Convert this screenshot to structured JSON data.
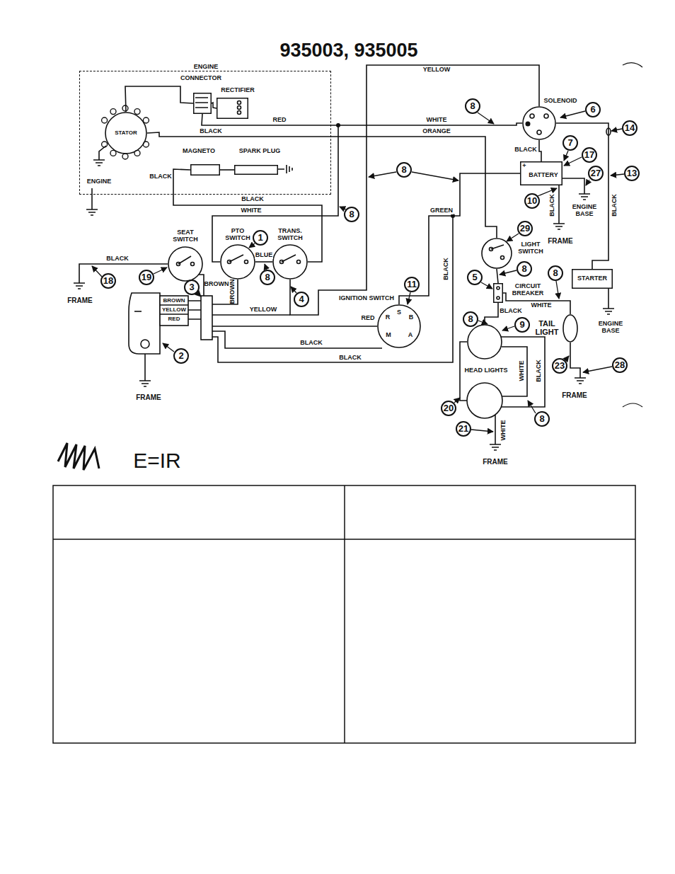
{
  "diagram": {
    "title": "935003, 935005",
    "nodes": [
      {
        "text": [
          "ENGINE"
        ]
      },
      {
        "text": [
          "STATOR"
        ],
        "in": 0
      },
      {
        "text": [
          "CONNECTOR"
        ],
        "in": 0
      },
      {
        "text": [
          "RECTIFIER"
        ],
        "in": 0
      },
      {
        "text": [
          "MAGNETO"
        ],
        "in": 0
      },
      {
        "text": [
          "SPARK PLUG"
        ],
        "in": 0
      },
      {
        "text": [
          "SOLENOID"
        ]
      },
      {
        "text": [
          "BATTERY"
        ]
      },
      {
        "text": [
          "STARTER"
        ]
      },
      {
        "text": [
          "LIGHT SWITCH"
        ]
      },
      {
        "text": [
          "CIRCUIT BREAKER"
        ]
      },
      {
        "text": [
          "TAIL LIGHT"
        ]
      },
      {
        "text": [
          "HEAD LIGHTS"
        ]
      },
      {
        "text": [
          "IGNITION SWITCH",
          "R",
          "S",
          "B",
          "M",
          "A"
        ]
      },
      {
        "text": [
          "SEAT SWITCH"
        ]
      },
      {
        "text": [
          "PTO SWITCH"
        ]
      },
      {
        "text": [
          "TRANS. SWITCH"
        ]
      }
    ],
    "edges": [
      {
        "from": 1,
        "to": 2,
        "arrow": "none"
      },
      {
        "from": 2,
        "to": 3,
        "arrow": "none"
      },
      {
        "from": 2,
        "to": 6,
        "label": "RED",
        "arrow": "none"
      },
      {
        "from": 4,
        "to": 5,
        "arrow": "none"
      },
      {
        "from": 4,
        "to": 16,
        "label": "BLACK",
        "arrow": "none"
      },
      {
        "from": 1,
        "to": 9,
        "label": "ORANGE",
        "arrow": "none"
      },
      {
        "from": 6,
        "to": 7,
        "label": "BLACK",
        "arrow": "none"
      },
      {
        "from": 6,
        "to": 8,
        "label": "BLACK",
        "arrow": "none"
      },
      {
        "from": 6,
        "to": 16,
        "label": "YELLOW",
        "arrow": "none"
      },
      {
        "from": 9,
        "to": 10,
        "arrow": "none"
      },
      {
        "from": 10,
        "to": 11,
        "label": "WHITE",
        "arrow": "none"
      },
      {
        "from": 10,
        "to": 12,
        "label": "BLACK",
        "arrow": "none"
      },
      {
        "from": 13,
        "to": 7,
        "label": "GREEN",
        "arrow": "none"
      },
      {
        "from": 15,
        "to": 16,
        "label": "BLUE",
        "arrow": "none"
      }
    ],
    "labels": [
      "+",
      "6",
      "14",
      "8",
      "7",
      "17",
      "13",
      "27",
      "10",
      "8",
      "8",
      "29",
      "8",
      "8",
      "5",
      "1",
      "8",
      "4",
      "11",
      "19",
      "18",
      "3",
      "2",
      "8",
      "9",
      "23",
      "28",
      "20",
      "8",
      "21",
      "WHITE",
      "BLACK",
      "ENGINE",
      "BLACK",
      "WHITE",
      "BLACK",
      "FRAME",
      "BROWN",
      "BROWN",
      "YELLOW",
      "BROWN",
      "YELLOW",
      "RED",
      "RED",
      "BLACK",
      "BLACK",
      "FRAME",
      "BLACK",
      "FRAME",
      "BLACK",
      "ENGINE BASE",
      "ENGINE BASE",
      "WHITE",
      "BLACK",
      "FRAME",
      "WHITE",
      "FRAME",
      "E=IR"
    ]
  }
}
